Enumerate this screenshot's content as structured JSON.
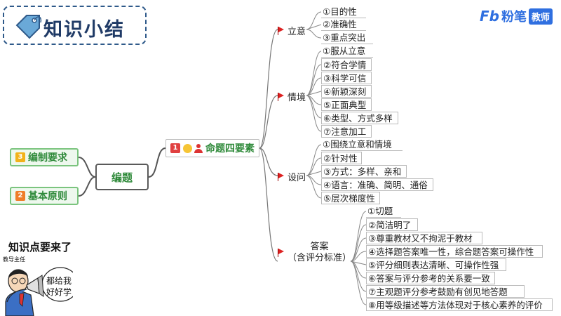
{
  "title": "知识小结",
  "brand": {
    "logo": "Fb",
    "name": "粉笔",
    "badge": "教师"
  },
  "center": "编题",
  "left_nodes": [
    {
      "num": "3",
      "label": "编制要求"
    },
    {
      "num": "2",
      "label": "基本原则"
    }
  ],
  "main": {
    "num": "1",
    "label": "命题四要素"
  },
  "categories": {
    "liyi": "立意",
    "qingjing": "情境",
    "sheWen": "设问",
    "answer_line1": "答案",
    "answer_line2": "（含评分标准）"
  },
  "liyi_items": [
    "①目的性",
    "②准确性",
    "③重点突出"
  ],
  "qingjing_items": [
    "①服从立意",
    "②符合学情",
    "③科学可信",
    "④新颖深刻",
    "⑤正面典型",
    "⑥类型、方式多样",
    "⑦注意加工"
  ],
  "shewen_items": [
    "①围绕立意和情境",
    "②针对性",
    "③方式：多样、亲和",
    "④语言：准确、简明、通俗",
    "⑤层次梯度性"
  ],
  "answer_items": [
    "①切题",
    "②简洁明了",
    "③尊重教材又不拘泥于教材",
    "④选择题答案唯一性，综合题答案可操作性",
    "⑤评分细则表达清晰、可操作性强",
    "⑥答案与评分参考的关系要一致",
    "⑦主观题评分参考鼓励有创见地答题",
    "⑧用等级描述等方法体现对于核心素养的评价"
  ],
  "cartoon": {
    "heading": "知识点要来了",
    "role": "教导主任",
    "bubble_line1": "都给我",
    "bubble_line2": "好好学"
  }
}
